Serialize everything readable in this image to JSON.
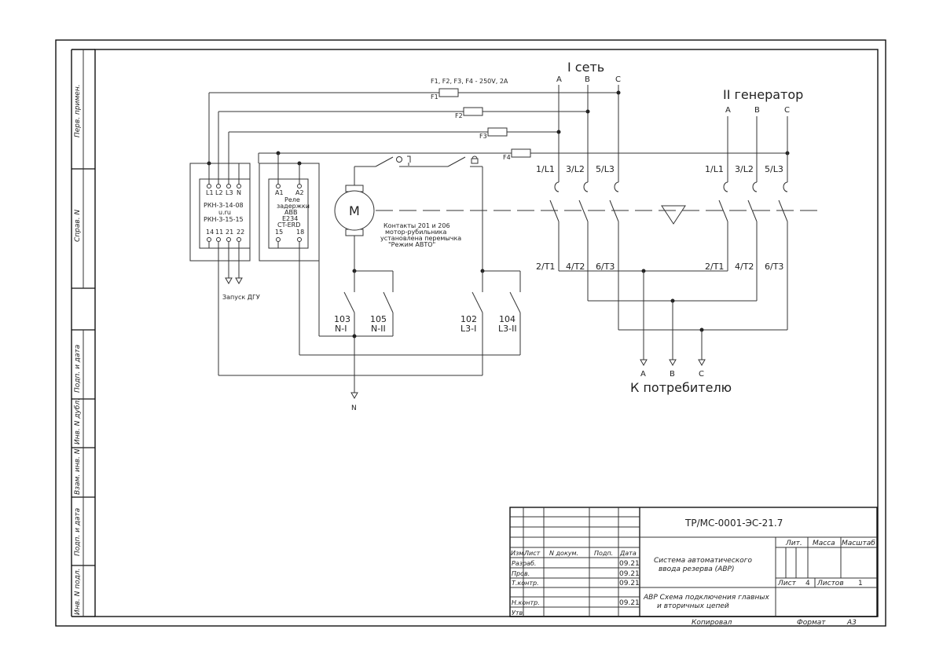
{
  "side_stamp": {
    "perv_primen": "Перв. примен.",
    "sprav_n": "Справ. N",
    "podp_data_1": "Подп. и дата",
    "inv_dubl": "Инв. N дубл.",
    "vzam_inv": "Взам. инв. N",
    "podp_data_2": "Подп. и дата",
    "inv_podl": "Инв. N подл."
  },
  "network": {
    "title": "I сеть",
    "phases": [
      "A",
      "B",
      "C"
    ],
    "fuse_note": "F1, F2, F3, F4 - 250V, 2A",
    "fuses": [
      "F1",
      "F2",
      "F3",
      "F4"
    ],
    "top_terminals": [
      "1/L1",
      "3/L2",
      "5/L3"
    ],
    "bottom_terminals": [
      "2/T1",
      "4/T2",
      "6/T3"
    ]
  },
  "generator": {
    "title": "II генератор",
    "phases": [
      "A",
      "B",
      "C"
    ],
    "top_terminals": [
      "1/L1",
      "3/L2",
      "5/L3"
    ],
    "bottom_terminals": [
      "2/T1",
      "4/T2",
      "6/T3"
    ]
  },
  "relay_rkn": {
    "inputs": [
      "L1",
      "L2",
      "L3",
      "N"
    ],
    "name_1": "РКН-3-14-08",
    "name_2": "u.ru",
    "name_3": "РКН-3-15-15",
    "outputs": [
      "14",
      "11",
      "21",
      "22"
    ],
    "start_label": "Запуск ДГУ"
  },
  "relay_delay": {
    "inputs": [
      "A1",
      "A2"
    ],
    "line_1": "Реле",
    "line_2": "задержки",
    "line_3": "ABB",
    "line_4": "E234",
    "line_5": "CT-ERD",
    "outputs": [
      "15",
      "18"
    ]
  },
  "motor": {
    "symbol": "M",
    "note_1": "Контакты 201 и 206",
    "note_2": "мотор-рубильника",
    "note_3": "установлена перемычка",
    "note_4": "\"Режим АВТО\""
  },
  "contacts": [
    {
      "num": "103",
      "label": "N-I"
    },
    {
      "num": "105",
      "label": "N-II"
    },
    {
      "num": "102",
      "label": "L3-I"
    },
    {
      "num": "104",
      "label": "L3-II"
    }
  ],
  "neutral_label": "N",
  "consumer": {
    "phases": [
      "A",
      "B",
      "C"
    ],
    "title": "К потребителю"
  },
  "title_block": {
    "doc_code": "ТР/МС-0001-ЭС-21.7",
    "col_izm": "Изм.",
    "col_list": "Лист",
    "col_ndoc": "N докум.",
    "col_podp": "Подп.",
    "col_data": "Дата",
    "rows": [
      {
        "role": "Разраб.",
        "date": "09.21"
      },
      {
        "role": "Пров.",
        "date": "09.21"
      },
      {
        "role": "Т.контр.",
        "date": "09.21"
      },
      {
        "role": "",
        "date": ""
      },
      {
        "role": "Н.контр.",
        "date": "09.21"
      },
      {
        "role": "Утв.",
        "date": ""
      }
    ],
    "system_1": "Система автоматического",
    "system_2": "ввода резерва (АВР)",
    "lit": "Лит.",
    "massa": "Масса",
    "masshtab": "Масштаб",
    "list_label": "Лист",
    "list_value": "4",
    "listov_label": "Листов",
    "listov_value": "1",
    "scheme_1": "АВР Схема подключения главных",
    "scheme_2": "и вторичных цепей",
    "kopiroval": "Копировал",
    "format_label": "Формат",
    "format_value": "А3"
  }
}
